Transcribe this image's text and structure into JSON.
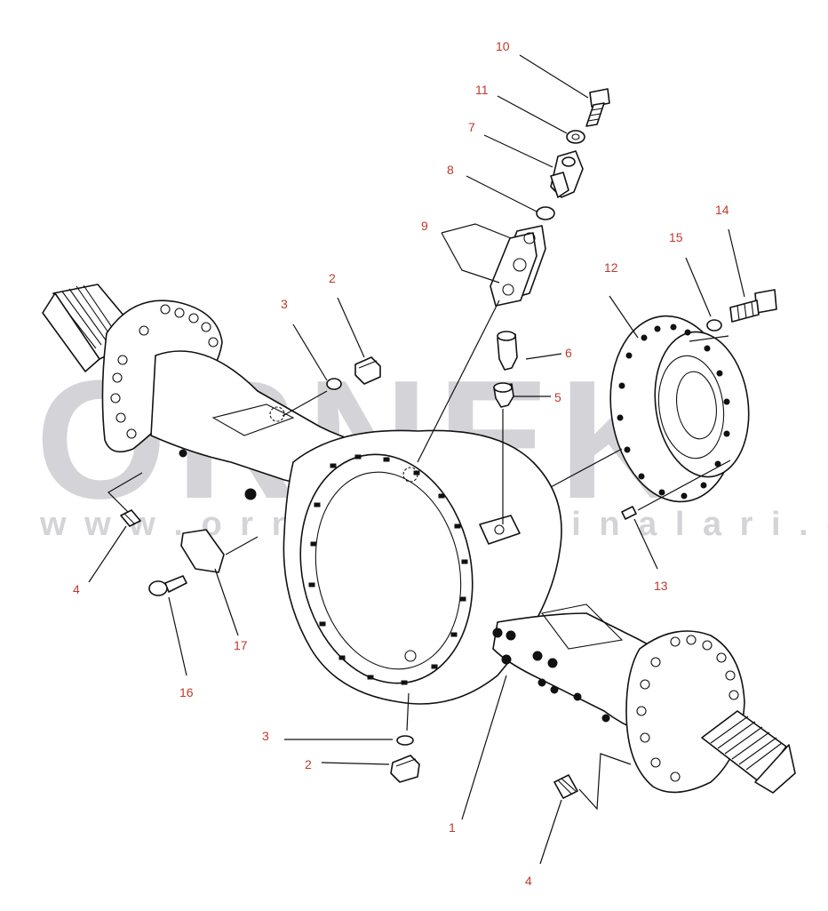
{
  "watermark": {
    "brand": "ORNEK",
    "url": "w w w . o r n e k i s m a k i n a l a r i . c o m . t r",
    "color": "#d4d4d8"
  },
  "colors": {
    "callout": "#c0392b",
    "line": "#111111"
  },
  "callouts": {
    "c1": "1",
    "c2_top": "2",
    "c2_bottom": "2",
    "c3_top": "3",
    "c3_bottom": "3",
    "c4_left": "4",
    "c4_right": "4",
    "c5": "5",
    "c6": "6",
    "c7": "7",
    "c8": "8",
    "c9": "9",
    "c10": "10",
    "c11": "11",
    "c12": "12",
    "c13": "13",
    "c14": "14",
    "c15": "15",
    "c16": "16",
    "c17": "17"
  }
}
